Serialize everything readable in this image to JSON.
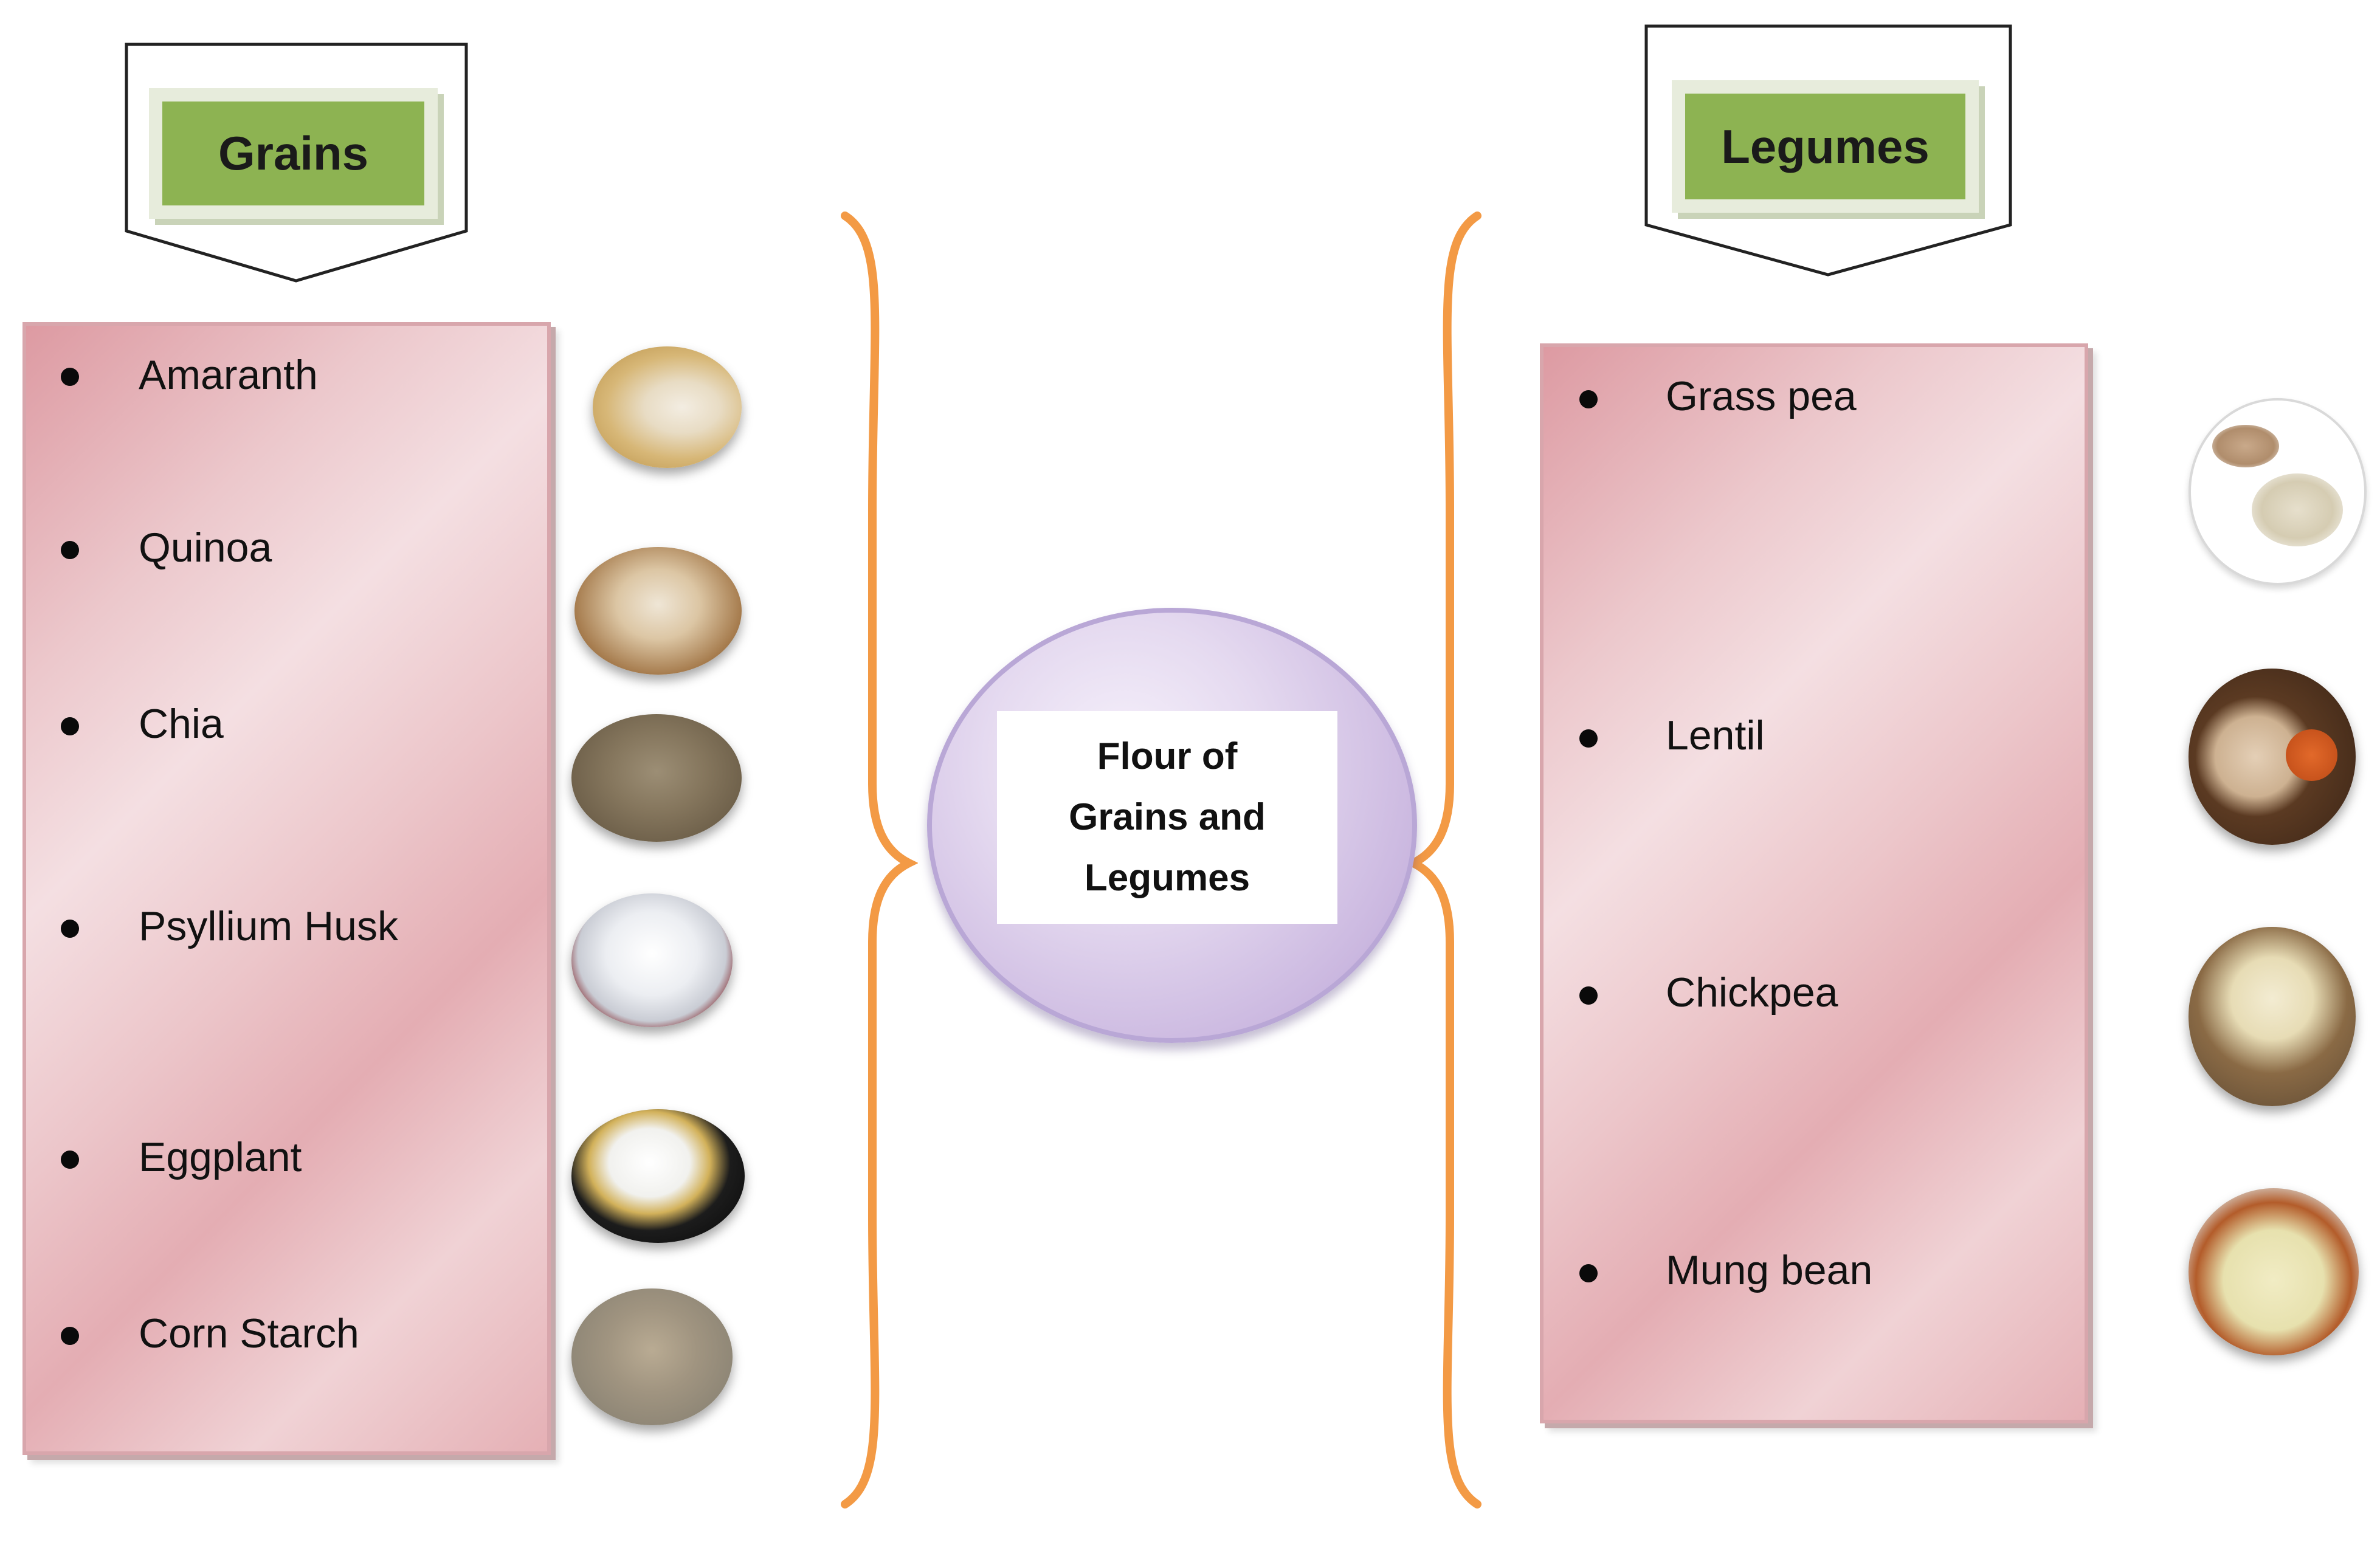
{
  "grains": {
    "title": "Grains",
    "items": [
      {
        "label": "Amaranth"
      },
      {
        "label": "Quinoa"
      },
      {
        "label": "Chia"
      },
      {
        "label": "Psyllium Husk"
      },
      {
        "label": "Eggplant"
      },
      {
        "label": "Corn Starch"
      }
    ]
  },
  "legumes": {
    "title": "Legumes",
    "items": [
      {
        "label": "Grass pea"
      },
      {
        "label": "Lentil"
      },
      {
        "label": "Chickpea"
      },
      {
        "label": "Mung bean"
      }
    ]
  },
  "center": {
    "label": "Flour of\nGrains and\nLegumes"
  },
  "colors": {
    "label_green": "#8db352",
    "brace_orange": "#f39a45",
    "circle_purple": "#cbb8e0",
    "panel_pink": "#e4adb3"
  }
}
